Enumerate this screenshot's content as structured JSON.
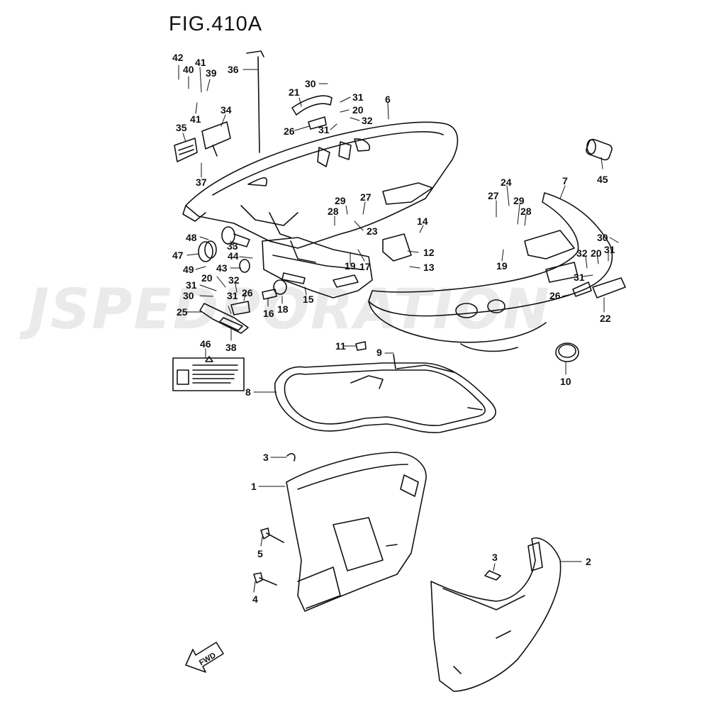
{
  "figure": {
    "title": "FIG.410A",
    "watermark": "JSPEDPORATION",
    "fwd_label": "FWD",
    "label_color": "#111111",
    "watermark_color": "#c8c8c8"
  },
  "callouts": [
    {
      "id": "c42",
      "text": "42"
    },
    {
      "id": "c40",
      "text": "40"
    },
    {
      "id": "c41a",
      "text": "41"
    },
    {
      "id": "c39",
      "text": "39"
    },
    {
      "id": "c36",
      "text": "36"
    },
    {
      "id": "c41b",
      "text": "41"
    },
    {
      "id": "c35",
      "text": "35"
    },
    {
      "id": "c34",
      "text": "34"
    },
    {
      "id": "c37",
      "text": "37"
    },
    {
      "id": "c30a",
      "text": "30"
    },
    {
      "id": "c21",
      "text": "21"
    },
    {
      "id": "c31a",
      "text": "31"
    },
    {
      "id": "c20a",
      "text": "20"
    },
    {
      "id": "c26a",
      "text": "26"
    },
    {
      "id": "c31b",
      "text": "31"
    },
    {
      "id": "c32a",
      "text": "32"
    },
    {
      "id": "c6",
      "text": "6"
    },
    {
      "id": "c45",
      "text": "45"
    },
    {
      "id": "c24",
      "text": "24"
    },
    {
      "id": "c7",
      "text": "7"
    },
    {
      "id": "c27a",
      "text": "27"
    },
    {
      "id": "c29a",
      "text": "29"
    },
    {
      "id": "c28a",
      "text": "28"
    },
    {
      "id": "c29b",
      "text": "29"
    },
    {
      "id": "c28b",
      "text": "28"
    },
    {
      "id": "c27b",
      "text": "27"
    },
    {
      "id": "c23",
      "text": "23"
    },
    {
      "id": "c14",
      "text": "14"
    },
    {
      "id": "c48",
      "text": "48"
    },
    {
      "id": "c33",
      "text": "33"
    },
    {
      "id": "c47",
      "text": "47"
    },
    {
      "id": "c44",
      "text": "44"
    },
    {
      "id": "c49",
      "text": "49"
    },
    {
      "id": "c43",
      "text": "43"
    },
    {
      "id": "c19a",
      "text": "19"
    },
    {
      "id": "c17",
      "text": "17"
    },
    {
      "id": "c12",
      "text": "12"
    },
    {
      "id": "c13",
      "text": "13"
    },
    {
      "id": "c20b",
      "text": "20"
    },
    {
      "id": "c31c",
      "text": "31"
    },
    {
      "id": "c32b",
      "text": "32"
    },
    {
      "id": "c30b",
      "text": "30"
    },
    {
      "id": "c26b",
      "text": "26"
    },
    {
      "id": "c31d",
      "text": "31"
    },
    {
      "id": "c25",
      "text": "25"
    },
    {
      "id": "c16",
      "text": "16"
    },
    {
      "id": "c18",
      "text": "18"
    },
    {
      "id": "c15",
      "text": "15"
    },
    {
      "id": "c38",
      "text": "38"
    },
    {
      "id": "c19b",
      "text": "19"
    },
    {
      "id": "c30c",
      "text": "30"
    },
    {
      "id": "c32c",
      "text": "32"
    },
    {
      "id": "c20c",
      "text": "20"
    },
    {
      "id": "c31e",
      "text": "31"
    },
    {
      "id": "c31f",
      "text": "31"
    },
    {
      "id": "c26c",
      "text": "26"
    },
    {
      "id": "c22",
      "text": "22"
    },
    {
      "id": "c46",
      "text": "46"
    },
    {
      "id": "c11",
      "text": "11"
    },
    {
      "id": "c9",
      "text": "9"
    },
    {
      "id": "c10",
      "text": "10"
    },
    {
      "id": "c8",
      "text": "8"
    },
    {
      "id": "c3a",
      "text": "3"
    },
    {
      "id": "c1",
      "text": "1"
    },
    {
      "id": "c5",
      "text": "5"
    },
    {
      "id": "c4",
      "text": "4"
    },
    {
      "id": "c3b",
      "text": "3"
    },
    {
      "id": "c2",
      "text": "2"
    }
  ]
}
